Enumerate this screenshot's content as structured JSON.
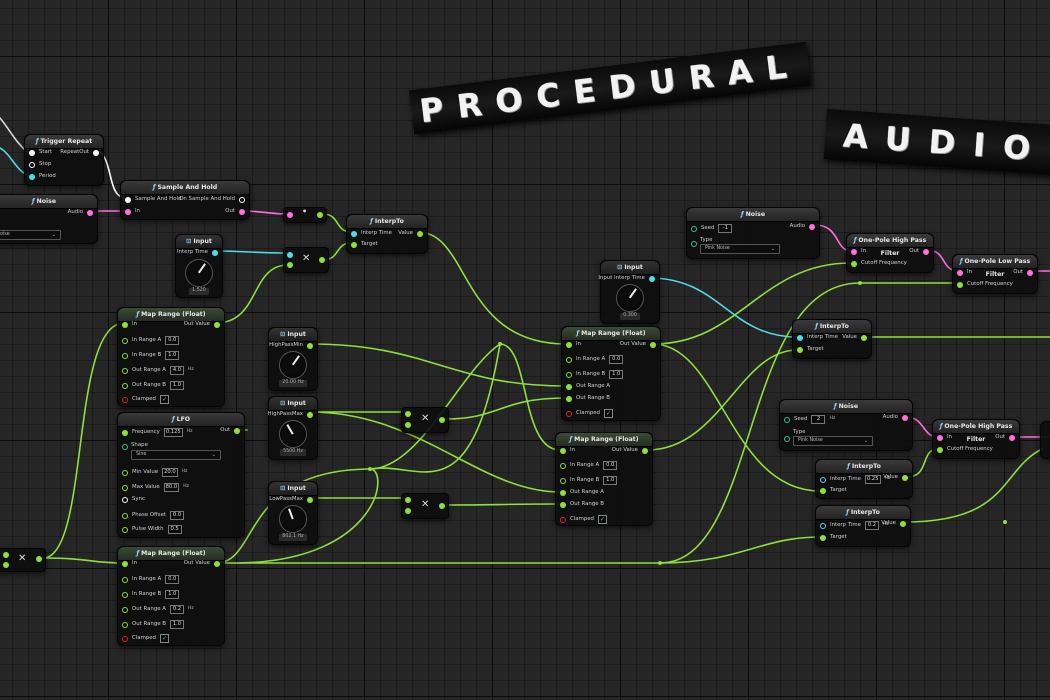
{
  "labels": {
    "procedural": "PROCEDURAL",
    "audio": "AUDIO"
  },
  "colors": {
    "float_wire": "#8ee03c",
    "audio_wire": "#ff6fe0",
    "time_wire": "#4fdbe8",
    "exec_wire": "#ffffff"
  },
  "icons": {
    "function": "f-glyph",
    "multiply": "x-glyph",
    "knob": "rotary-knob",
    "checkbox": "check-icon",
    "dropdown": "chevron-down-icon"
  },
  "nodes": {
    "trigger_repeat": {
      "title": "Trigger Repeat",
      "start": "Start",
      "stop": "Stop",
      "period": "Period",
      "repeat_out": "RepeatOut"
    },
    "noise_left": {
      "title": "Noise",
      "audio": "Audio",
      "type_value": "oise"
    },
    "sample_hold": {
      "title": "Sample And Hold",
      "sample_hold": "Sample And Hold",
      "on_sample_hold": "On Sample And Hold",
      "in": "In",
      "out": "Out"
    },
    "input_interp": {
      "title": "Input",
      "pin": "Interp Time",
      "value": "1.520"
    },
    "interp_to_1": {
      "title": "InterpTo",
      "interp_time": "Interp Time",
      "target": "Target",
      "value": "Value"
    },
    "map_range_1": {
      "title": "Map Range (Float)",
      "in": "In",
      "out_value": "Out Value",
      "in_range_a": "In Range A",
      "in_range_a_val": "0.0",
      "in_range_b": "In Range B",
      "in_range_b_val": "1.0",
      "out_range_a": "Out Range A",
      "out_range_a_val": "4.0",
      "out_range_b": "Out Range B",
      "out_range_b_val": "1.0",
      "clamped": "Clamped",
      "unit": "Hz"
    },
    "lfo": {
      "title": "LFO",
      "frequency": "Frequency",
      "frequency_val": "0.125",
      "frequency_unit": "Hz",
      "out": "Out",
      "shape": "Shape",
      "shape_val": "Sine",
      "min_value": "Min Value",
      "min_value_val": "20.0",
      "max_value": "Max Value",
      "max_value_val": "80.0",
      "sync": "Sync",
      "phase_offset": "Phase Offset",
      "phase_offset_val": "0.0",
      "pulse_width": "Pulse Width",
      "pulse_width_val": "0.5",
      "unit": "Hz"
    },
    "map_range_3": {
      "title": "Map Range (Float)",
      "in": "In",
      "out_value": "Out Value",
      "in_range_a": "In Range A",
      "in_range_a_val": "0.0",
      "in_range_b": "In Range B",
      "in_range_b_val": "1.0",
      "out_range_a": "Out Range A",
      "out_range_a_val": "0.2",
      "out_range_b": "Out Range B",
      "out_range_b_val": "1.0",
      "clamped": "Clamped",
      "unit": "Hz"
    },
    "input_hpmin": {
      "title": "Input",
      "pin": "HighPassMin",
      "value": "20.00 Hz"
    },
    "input_hpmax": {
      "title": "Input",
      "pin": "HighPassMax",
      "value": "5500 Hz"
    },
    "input_lpmax": {
      "title": "Input",
      "pin": "LowPassMax",
      "value": "802.1 Hz"
    },
    "input_interp_2": {
      "title": "Input",
      "pin": "Input Interp Time",
      "value": "0.300"
    },
    "map_range_2": {
      "title": "Map Range (Float)",
      "in": "In",
      "out_value": "Out Value",
      "in_range_a": "In Range A",
      "in_range_a_val": "0.0",
      "in_range_b": "In Range B",
      "in_range_b_val": "1.0",
      "out_range_a": "Out Range A",
      "out_range_b": "Out Range B",
      "clamped": "Clamped"
    },
    "map_range_4": {
      "title": "Map Range (Float)",
      "in": "In",
      "out_value": "Out Value",
      "in_range_a": "In Range A",
      "in_range_a_val": "0.0",
      "in_range_b": "In Range B",
      "in_range_b_val": "1.0",
      "out_range_a": "Out Range A",
      "out_range_b": "Out Range B",
      "clamped": "Clamped"
    },
    "noise_top": {
      "title": "Noise",
      "seed": "Seed",
      "seed_val": "-1",
      "audio": "Audio",
      "type": "Type",
      "type_val": "Pink Noise"
    },
    "hp_filter_1": {
      "title": "One-Pole High Pass Filter",
      "in": "In",
      "out": "Out",
      "cutoff": "Cutoff Frequency"
    },
    "lp_filter_1": {
      "title": "One-Pole Low Pass Filter",
      "in": "In",
      "out": "Out",
      "cutoff": "Cutoff Frequency"
    },
    "interp_to_2": {
      "title": "InterpTo",
      "interp_time": "Interp Time",
      "target": "Target",
      "value": "Value"
    },
    "noise_mid": {
      "title": "Noise",
      "seed": "Seed",
      "seed_val": "2",
      "audio": "Audio",
      "type": "Type",
      "type_val": "Pink Noise",
      "unit": "Hz"
    },
    "hp_filter_2": {
      "title": "One-Pole High Pass Filter",
      "in": "In",
      "out": "Out",
      "cutoff": "Cutoff Frequency"
    },
    "interp_to_3": {
      "title": "InterpTo",
      "interp_time": "Interp Time",
      "interp_time_val": "0.25",
      "target": "Target",
      "value": "Value",
      "unit": "Hz"
    },
    "interp_to_4": {
      "title": "InterpTo",
      "interp_time": "Interp Time",
      "interp_time_val": "0.2",
      "target": "Target",
      "value": "Value",
      "unit": "Hz"
    }
  }
}
